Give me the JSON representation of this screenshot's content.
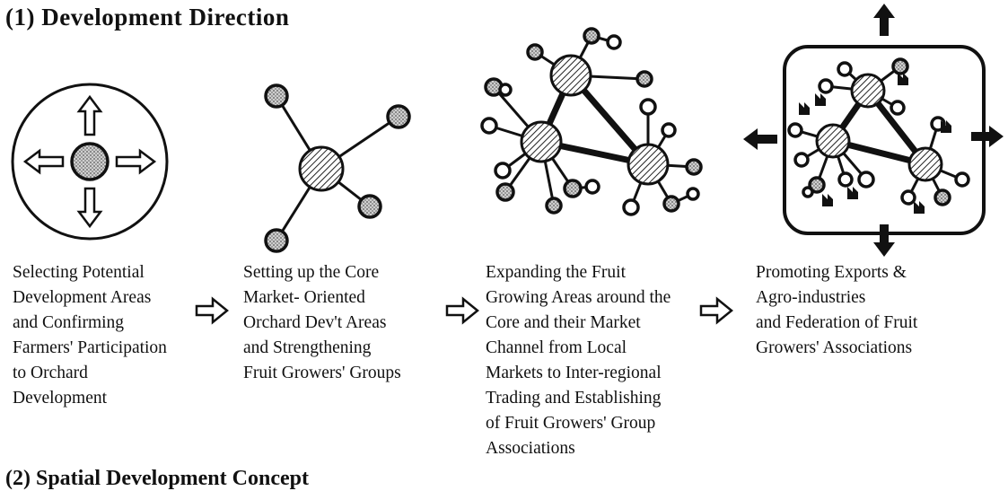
{
  "heading": "(1) Development Direction",
  "subheading": "(2) Spatial Development Concept",
  "stages": [
    {
      "caption": "Selecting Potential\nDevelopment Areas\nand Confirming\nFarmers' Participation\nto Orchard\nDevelopment"
    },
    {
      "caption": "Setting up the Core\nMarket- Oriented\nOrchard Dev't Areas\nand Strengthening\nFruit Growers' Groups"
    },
    {
      "caption": "Expanding the Fruit\nGrowing Areas around the\nCore and their Market\nChannel from Local\nMarkets to Inter-regional\nTrading and Establishing\nof Fruit Growers' Group\nAssociations"
    },
    {
      "caption": "Promoting Exports &\nAgro-industries\nand Federation of Fruit\nGrowers' Associations"
    }
  ]
}
